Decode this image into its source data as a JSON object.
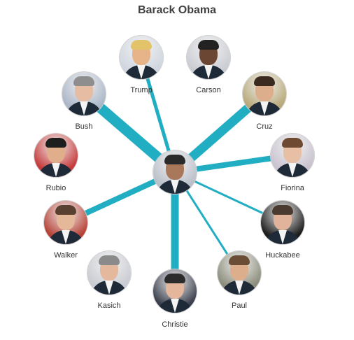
{
  "title": "Barack Obama",
  "link_color": "#21aec3",
  "center": {
    "name": "Barack Obama",
    "photo_icon": "portrait-photo-obama"
  },
  "nodes": [
    {
      "id": "trump",
      "label": "Trump",
      "photo_icon": "portrait-photo-trump",
      "weight": 5
    },
    {
      "id": "carson",
      "label": "Carson",
      "photo_icon": "portrait-photo-carson",
      "weight": 0
    },
    {
      "id": "cruz",
      "label": "Cruz",
      "photo_icon": "portrait-photo-cruz",
      "weight": 13
    },
    {
      "id": "fiorina",
      "label": "Fiorina",
      "photo_icon": "portrait-photo-fiorina",
      "weight": 8
    },
    {
      "id": "huckabee",
      "label": "Huckabee",
      "photo_icon": "portrait-photo-huckabee",
      "weight": 3
    },
    {
      "id": "paul",
      "label": "Paul",
      "photo_icon": "portrait-photo-paul",
      "weight": 3
    },
    {
      "id": "christie",
      "label": "Christie",
      "photo_icon": "portrait-photo-christie",
      "weight": 11
    },
    {
      "id": "kasich",
      "label": "Kasich",
      "photo_icon": "portrait-photo-kasich",
      "weight": 0
    },
    {
      "id": "walker",
      "label": "Walker",
      "photo_icon": "portrait-photo-walker",
      "weight": 8
    },
    {
      "id": "rubio",
      "label": "Rubio",
      "photo_icon": "portrait-photo-rubio",
      "weight": 0
    },
    {
      "id": "bush",
      "label": "Bush",
      "photo_icon": "portrait-photo-bush",
      "weight": 15
    }
  ]
}
